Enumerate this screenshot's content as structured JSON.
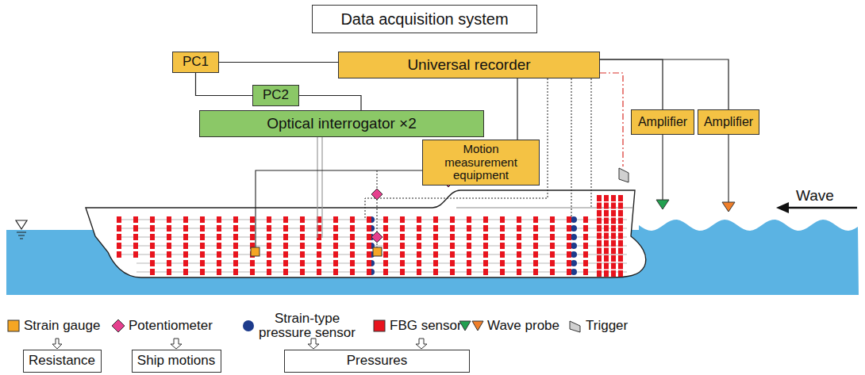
{
  "diagram": {
    "nodes": [
      {
        "text": [
          "Data acquisition system"
        ]
      },
      {
        "text": [
          "PC1"
        ]
      },
      {
        "text": [
          "Universal recorder"
        ]
      },
      {
        "text": [
          "PC2"
        ]
      },
      {
        "text": [
          "Optical interrogator ×2"
        ]
      },
      {
        "text": [
          "Amplifier"
        ]
      },
      {
        "text": [
          "Amplifier"
        ]
      },
      {
        "text": [
          "Motion measurement equipment"
        ]
      },
      {
        "text": [
          "Resistance"
        ]
      },
      {
        "text": [
          "Ship motions"
        ]
      },
      {
        "text": [
          "Pressures"
        ]
      }
    ],
    "edges": [
      {
        "from": 1,
        "to": 2,
        "arrow": "none"
      },
      {
        "from": 1,
        "to": 3,
        "arrow": "none"
      },
      {
        "from": 3,
        "to": 4,
        "arrow": "none"
      },
      {
        "from": 2,
        "to": 7,
        "arrow": "none"
      },
      {
        "from": 2,
        "to": 5,
        "arrow": "none"
      },
      {
        "from": 2,
        "to": 6,
        "arrow": "none"
      }
    ],
    "labels": [
      "Wave"
    ],
    "legend": [
      {
        "text": "Strain gauge",
        "color": "#f5a623"
      },
      {
        "text": "Potentiometer"
      },
      {
        "text": "Strain-type pressure sensor"
      },
      {
        "text": "FBG sensor",
        "color": "#e8141e"
      },
      {
        "text": "Wave probe"
      },
      {
        "text": "Trigger"
      }
    ]
  }
}
